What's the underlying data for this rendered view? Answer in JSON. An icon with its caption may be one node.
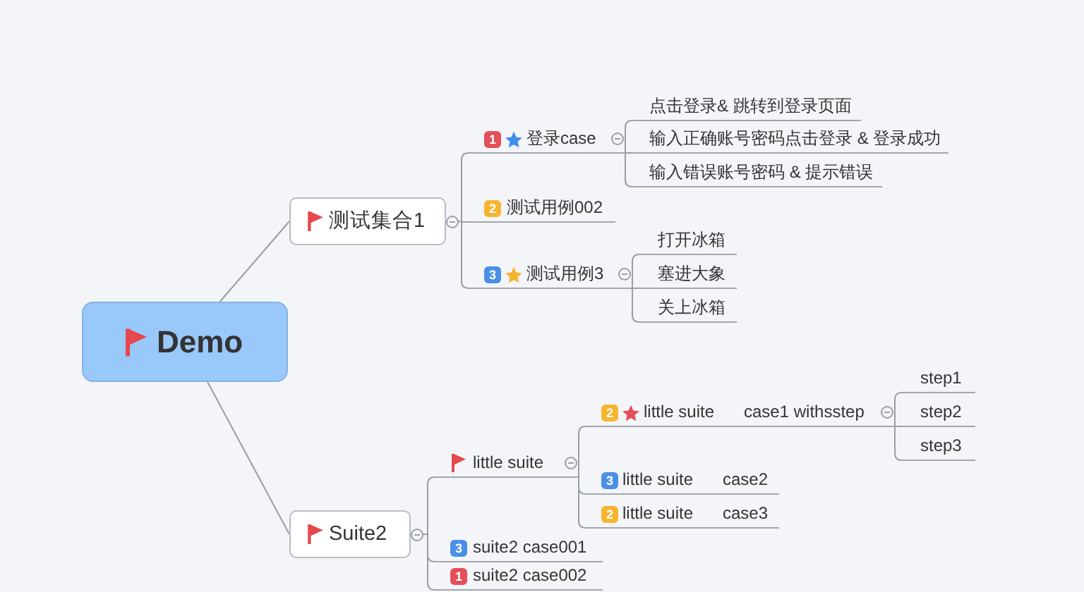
{
  "diagram": {
    "nodes": [
      {
        "text": [
          "Demo"
        ]
      },
      {
        "text": [
          "测试集合1"
        ]
      },
      {
        "text": [
          "1",
          "登录case"
        ]
      },
      {
        "text": [
          "点击登录& 跳转到登录页面"
        ]
      },
      {
        "text": [
          "输入正确账号密码点击登录 & 登录成功"
        ]
      },
      {
        "text": [
          "输入错误账号密码 & 提示错误"
        ]
      },
      {
        "text": [
          "2",
          "测试用例002"
        ]
      },
      {
        "text": [
          "3",
          "测试用例3"
        ]
      },
      {
        "text": [
          "打开冰箱"
        ]
      },
      {
        "text": [
          "塞进大象"
        ]
      },
      {
        "text": [
          "关上冰箱"
        ]
      },
      {
        "text": [
          "Suite2"
        ]
      },
      {
        "text": [
          "little suite"
        ]
      },
      {
        "text": [
          "2",
          "little suite",
          "case1 withsstep"
        ]
      },
      {
        "text": [
          "step1"
        ]
      },
      {
        "text": [
          "step2"
        ]
      },
      {
        "text": [
          "step3"
        ]
      },
      {
        "text": [
          "3",
          "little suite",
          "case2"
        ]
      },
      {
        "text": [
          "2",
          "little suite",
          "case3"
        ]
      },
      {
        "text": [
          "3",
          "suite2 case001"
        ]
      },
      {
        "text": [
          "1",
          "suite2 case002"
        ]
      }
    ],
    "edges": [
      {
        "from": 0,
        "to": 1,
        "arrow": "none"
      },
      {
        "from": 1,
        "to": 2,
        "arrow": "none"
      },
      {
        "from": 2,
        "to": 3,
        "arrow": "none"
      },
      {
        "from": 2,
        "to": 4,
        "arrow": "none"
      },
      {
        "from": 2,
        "to": 5,
        "arrow": "none"
      },
      {
        "from": 1,
        "to": 6,
        "arrow": "none"
      },
      {
        "from": 1,
        "to": 7,
        "arrow": "none"
      },
      {
        "from": 7,
        "to": 8,
        "arrow": "none"
      },
      {
        "from": 7,
        "to": 9,
        "arrow": "none"
      },
      {
        "from": 7,
        "to": 10,
        "arrow": "none"
      },
      {
        "from": 0,
        "to": 11,
        "arrow": "none"
      },
      {
        "from": 11,
        "to": 12,
        "arrow": "none"
      },
      {
        "from": 12,
        "to": 13,
        "arrow": "none"
      },
      {
        "from": 13,
        "to": 14,
        "arrow": "none"
      },
      {
        "from": 13,
        "to": 15,
        "arrow": "none"
      },
      {
        "from": 13,
        "to": 16,
        "arrow": "none"
      },
      {
        "from": 12,
        "to": 17,
        "arrow": "none"
      },
      {
        "from": 12,
        "to": 18,
        "arrow": "none"
      },
      {
        "from": 11,
        "to": 19,
        "arrow": "none"
      },
      {
        "from": 11,
        "to": 20,
        "arrow": "none"
      }
    ]
  }
}
